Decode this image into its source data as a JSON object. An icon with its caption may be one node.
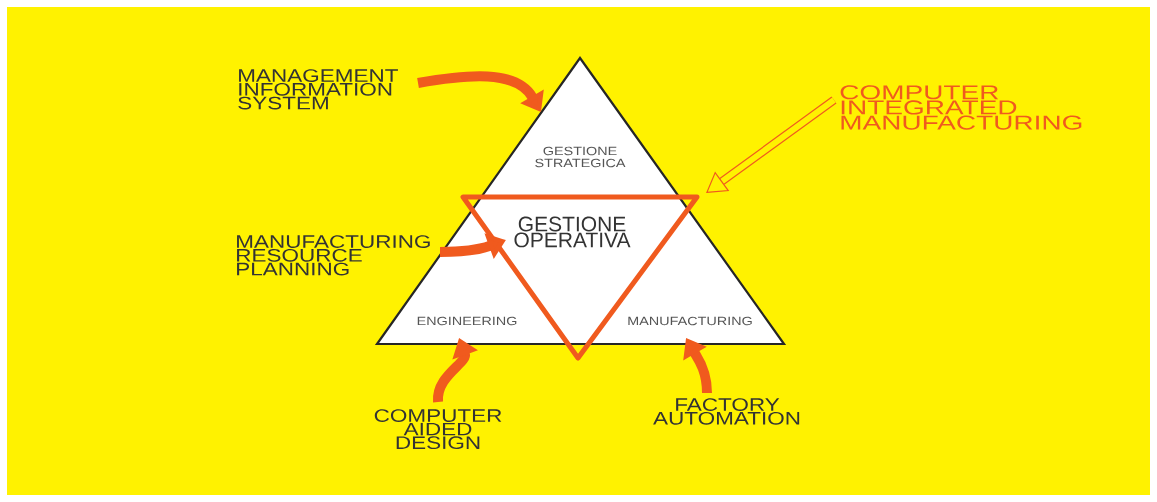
{
  "diagram": {
    "nodes": [
      {
        "text": [
          "MANAGEMENT INFORMATION SYSTEM"
        ]
      },
      {
        "text": [
          "GESTIONE STRATEGICA"
        ]
      },
      {
        "text": [
          "COMPUTER INTEGRATED MANUFACTURING"
        ]
      },
      {
        "text": [
          "GESTIONE OPERATIVA"
        ]
      },
      {
        "text": [
          "MANUFACTURING RESOURCE PLANNING"
        ]
      },
      {
        "text": [
          "ENGINEERING"
        ]
      },
      {
        "text": [
          "MANUFACTURING"
        ]
      },
      {
        "text": [
          "COMPUTER AIDED DESIGN"
        ]
      },
      {
        "text": [
          "FACTORY AUTOMATION"
        ]
      }
    ],
    "edges": [
      {
        "from": 0,
        "to": 1,
        "arrow": "to"
      },
      {
        "from": 2,
        "to": 3,
        "arrow": "to"
      },
      {
        "from": 4,
        "to": 3,
        "arrow": "to"
      },
      {
        "from": 7,
        "to": 5,
        "arrow": "to"
      },
      {
        "from": 8,
        "to": 6,
        "arrow": "to"
      }
    ]
  }
}
